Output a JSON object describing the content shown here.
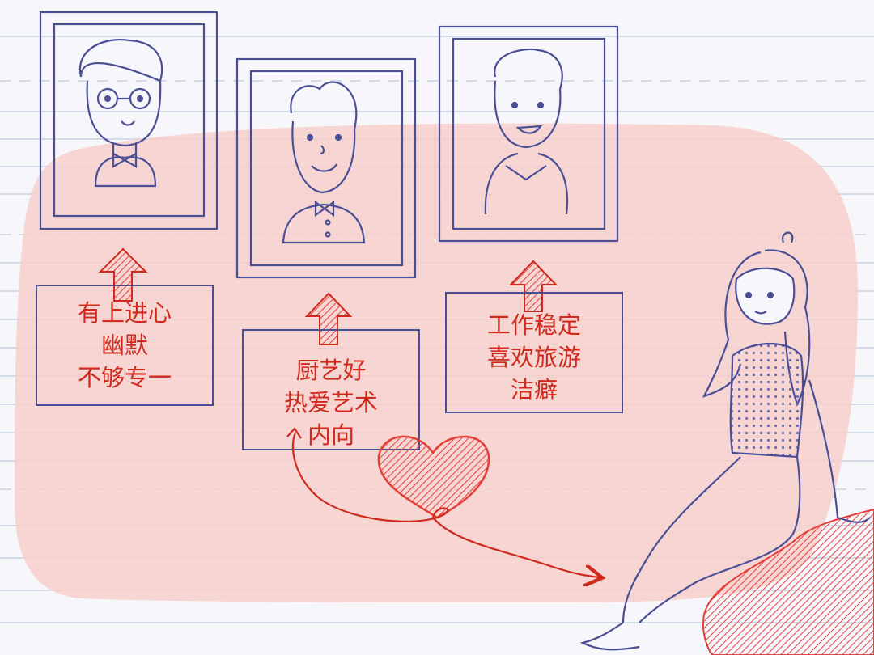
{
  "candidates": [
    {
      "traits": [
        "有上进心",
        "幽默",
        "不够专一"
      ]
    },
    {
      "traits": [
        "厨艺好",
        "热爱艺术",
        "内向"
      ]
    },
    {
      "traits": [
        "工作稳定",
        "喜欢旅游",
        "洁癖"
      ]
    }
  ],
  "colors": {
    "background": "#f7f7fb",
    "ruled_line": "#c9d2e2",
    "pink_blob": "#f7cfca",
    "sketch_ink": "#4a4f95",
    "text_red": "#d02a1e",
    "heart_red": "#e3403a"
  }
}
